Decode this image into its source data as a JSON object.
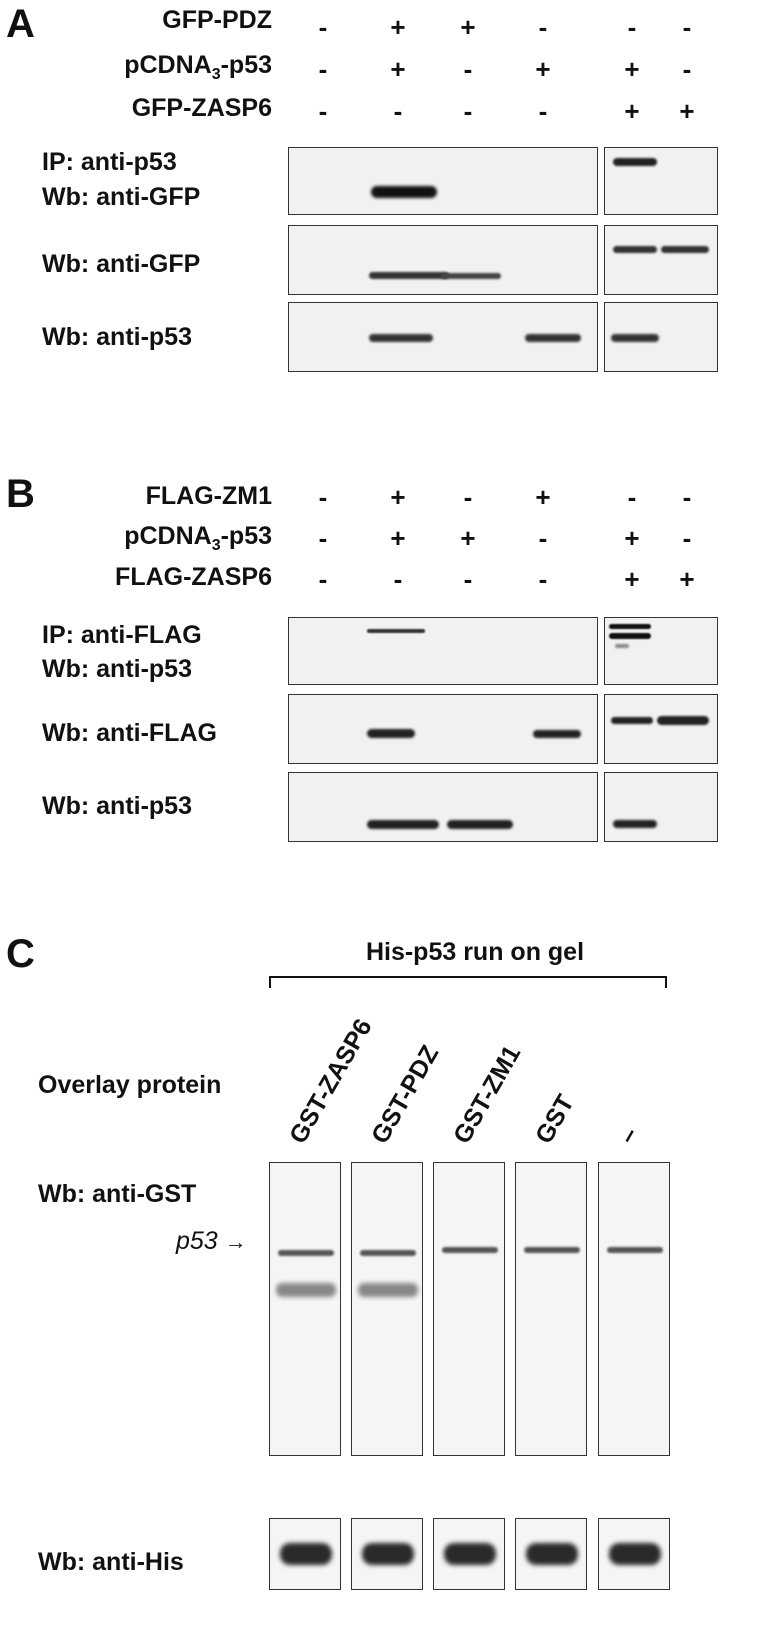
{
  "panel_a": {
    "letter": "A",
    "rows": [
      {
        "label": "GFP-PDZ",
        "signs": [
          "-",
          "+",
          "+",
          "-",
          "-",
          "-"
        ]
      },
      {
        "label_main": "pCDNA",
        "label_sub": "3",
        "label_tail": "-p53",
        "signs": [
          "-",
          "+",
          "-",
          "+",
          "+",
          "-"
        ]
      },
      {
        "label": "GFP-ZASP6",
        "signs": [
          "-",
          "-",
          "-",
          "-",
          "+",
          "+"
        ]
      }
    ],
    "blot_labels": {
      "ip_line1": "IP: anti-p53",
      "ip_line2": "Wb: anti-GFP",
      "wb_gfp": "Wb: anti-GFP",
      "wb_p53": "Wb: anti-p53"
    }
  },
  "panel_b": {
    "letter": "B",
    "rows": [
      {
        "label": "FLAG-ZM1",
        "signs": [
          "-",
          "+",
          "-",
          "+",
          "-",
          "-"
        ]
      },
      {
        "label_main": "pCDNA",
        "label_sub": "3",
        "label_tail": "-p53",
        "signs": [
          "-",
          "+",
          "+",
          "-",
          "+",
          "-"
        ]
      },
      {
        "label": "FLAG-ZASP6",
        "signs": [
          "-",
          "-",
          "-",
          "-",
          "+",
          "+"
        ]
      }
    ],
    "blot_labels": {
      "ip_line1": "IP: anti-FLAG",
      "ip_line2": "Wb: anti-p53",
      "wb_flag": "Wb: anti-FLAG",
      "wb_p53": "Wb: anti-p53"
    }
  },
  "panel_c": {
    "letter": "C",
    "bracket_label": "His-p53 run on gel",
    "overlay_label": "Overlay protein",
    "lanes": [
      "GST-ZASP6",
      "GST-PDZ",
      "GST-ZM1",
      "GST",
      "–"
    ],
    "wb_gst": "Wb: anti-GST",
    "p53_marker": "p53",
    "arrow": "→",
    "wb_his": "Wb: anti-His"
  }
}
